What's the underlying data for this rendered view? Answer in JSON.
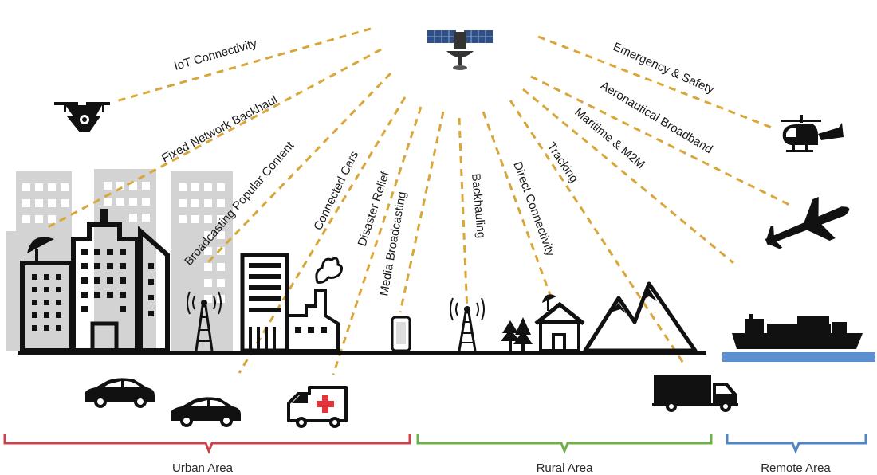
{
  "labels": {
    "iot": "IoT Connectivity",
    "fixed_backhaul": "Fixed Network Backhaul",
    "broadcasting": "Broadcasting Popular Content",
    "connected_cars": "Connected Cars",
    "disaster_relief": "Disaster Relief",
    "media_broadcasting": "Media Broadcasting",
    "backhauling": "Backhauling",
    "direct_connectivity": "Direct Connectivity",
    "tracking": "Tracking",
    "maritime": "Maritime & M2M",
    "aeronautical": "Aeronautical Broadband",
    "emergency": "Emergency & Safety"
  },
  "areas": {
    "urban": "Urban Area",
    "rural": "Rural Area",
    "remote": "Remote Area"
  },
  "colors": {
    "beam": "#d9a63a",
    "urban_bracket": "#c9444a",
    "rural_bracket": "#6fb04a",
    "remote_bracket": "#4f86c6",
    "water": "#5a8fd0",
    "building_back": "#d3d3d3",
    "icon": "#111111",
    "cross": "#e0353b",
    "satellite_panel": "#2f4f86"
  },
  "icons": [
    "satellite-icon",
    "drone-icon",
    "helicopter-icon",
    "airplane-icon",
    "ship-icon",
    "truck-icon",
    "car-icon",
    "ambulance-icon",
    "factory-icon",
    "cell-tower-icon",
    "mobile-phone-icon",
    "house-icon",
    "trees-icon",
    "mountains-icon",
    "satellite-dish-icon",
    "skyscraper-icon"
  ]
}
